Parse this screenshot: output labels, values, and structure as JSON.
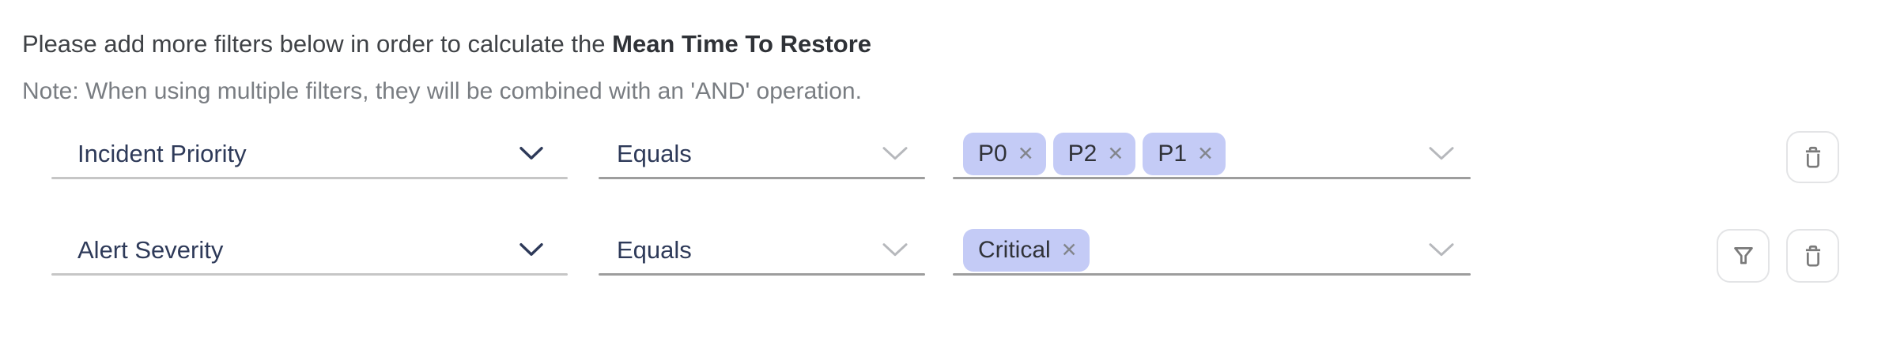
{
  "header": {
    "intro": "Please add more filters below in order to calculate the ",
    "metric": "Mean Time To Restore",
    "note": "Note: When using multiple filters, they will be combined with an 'AND' operation."
  },
  "filter_rows": [
    {
      "field": "Incident Priority",
      "operator": "Equals",
      "values": [
        "P0",
        "P2",
        "P1"
      ],
      "actions": [
        "delete"
      ]
    },
    {
      "field": "Alert Severity",
      "operator": "Equals",
      "values": [
        "Critical"
      ],
      "actions": [
        "filter",
        "delete"
      ]
    }
  ],
  "glyphs": {
    "remove_tag": "✕"
  },
  "colors": {
    "field_text": "#2e3a59",
    "tag_background": "#c4cbf6",
    "tag_text": "#303238",
    "tag_remove": "#83868d",
    "muted_chevron": "#b6b8bc",
    "icon": "#7a7a7a",
    "underline_light": "#c6c6c6",
    "underline_dark": "#9d9d9d",
    "button_border": "#e3e4e6"
  }
}
